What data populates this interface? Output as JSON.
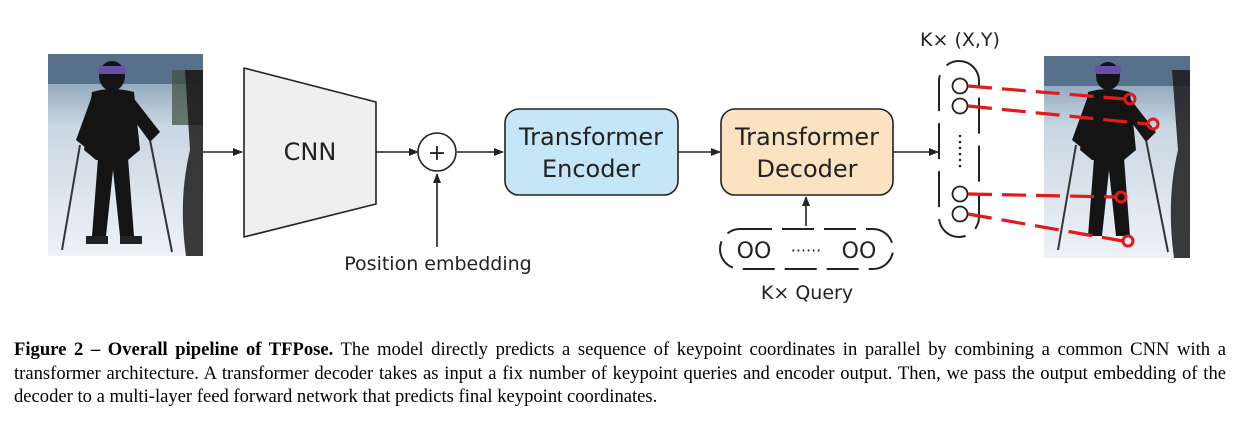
{
  "diagram": {
    "cnn_label": "CNN",
    "plus_symbol": "+",
    "position_embedding_label": "Position embedding",
    "encoder_line1": "Transformer",
    "encoder_line2": "Encoder",
    "decoder_line1": "Transformer",
    "decoder_line2": "Decoder",
    "query_label": "K× Query",
    "output_label": "K× (X,Y)",
    "query_left_circles": "OO",
    "query_dots": "······",
    "query_right_circles": "OO",
    "colors": {
      "encoder_fill": "#c5e6f6",
      "decoder_fill": "#fbe3c2",
      "cnn_fill": "#efefef",
      "keypoint_red": "#e01b1b",
      "stroke": "#222222"
    }
  },
  "caption": {
    "title": "Figure 2 – Overall pipeline of TFPose.",
    "body": " The model directly predicts a sequence of keypoint coordinates in parallel by combining a common CNN with a transformer architecture. A transformer decoder takes as input a fix number of keypoint queries and encoder output. Then, we pass the output embedding of the decoder to a multi-layer feed forward network that predicts final keypoint coordinates."
  }
}
